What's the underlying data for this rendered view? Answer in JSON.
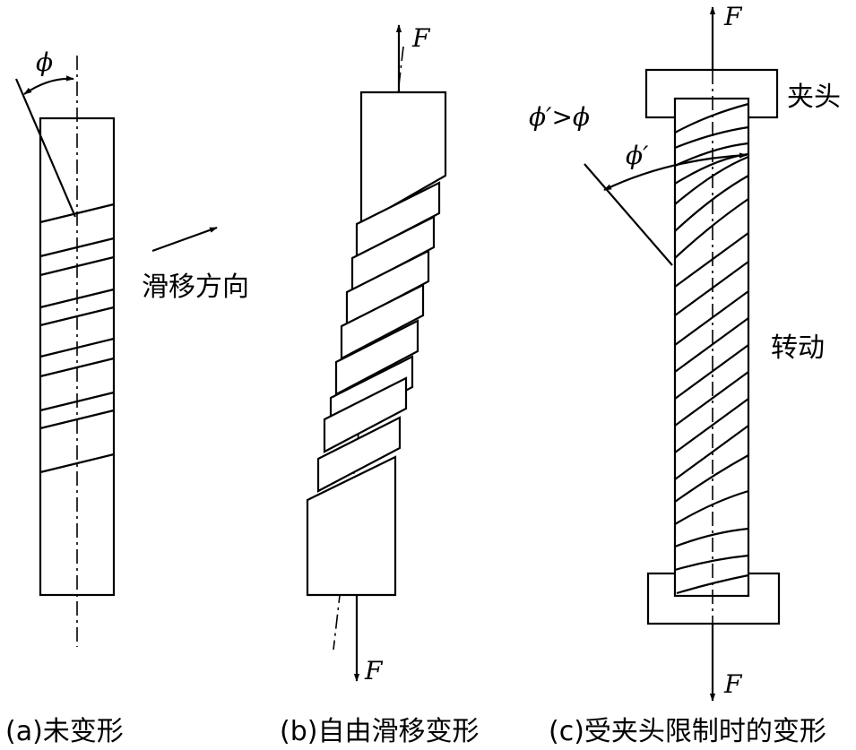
{
  "labels": {
    "phi": "ϕ",
    "phi_prime": "ϕ′",
    "phi_relation": "ϕ′>ϕ",
    "force": "F",
    "slip_direction": "滑移方向",
    "chuck": "夹头",
    "rotation": "转动"
  },
  "captions": {
    "a": "(a)未变形",
    "b": "(b)自由滑移变形",
    "c": "(c)受夹头限制时的变形"
  }
}
